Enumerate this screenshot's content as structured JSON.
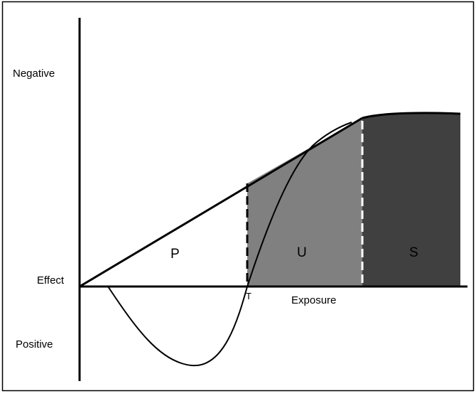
{
  "figure": {
    "y_axis_labels": {
      "top": "Negative",
      "middle": "Effect",
      "bottom": "Positive"
    },
    "x_axis_label": "Exposure",
    "threshold_label": "T",
    "regions": [
      {
        "label": "P",
        "fill": "#ffffff"
      },
      {
        "label": "U",
        "fill": "#808080"
      },
      {
        "label": "S",
        "fill": "#404040"
      }
    ],
    "colors": {
      "frame": "#000000",
      "curve": "#000000",
      "divider_u": "#000000",
      "divider_s": "#ffffff"
    }
  }
}
